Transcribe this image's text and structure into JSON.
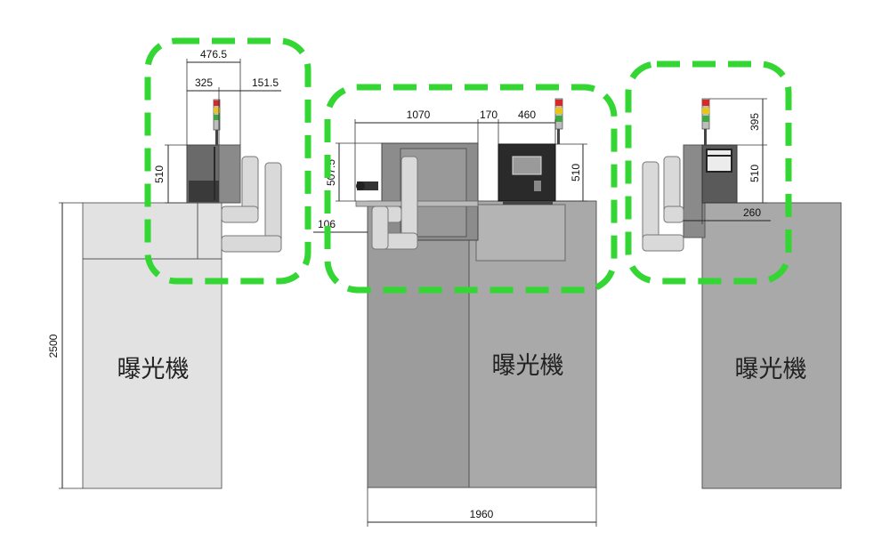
{
  "machine_label": "曝光機",
  "highlight_color": "#33d633",
  "colors": {
    "machine_light": "#e2e2e2",
    "machine_gray": "#a3a3a3",
    "unit_dark": "#6f6f6f",
    "controller_black": "#2a2a2a",
    "duct": "#d9d9d9"
  },
  "signal_tower_colors": [
    "#d62a2a",
    "#e8c51c",
    "#3fa83f"
  ],
  "views": {
    "left": {
      "machine_label": "曝光機",
      "dims": {
        "overall_height": "2500",
        "unit_height": "510",
        "top_width": "476.5",
        "unit_width": "325",
        "duct_offset": "151.5"
      }
    },
    "center": {
      "machine_label": "曝光機",
      "dims": {
        "unit_width": "1070",
        "gap": "170",
        "controller_width": "460",
        "unit_height": "507.5",
        "controller_height": "510",
        "duct_offset": "106",
        "total_width": "1960"
      }
    },
    "right": {
      "machine_label": "曝光機",
      "dims": {
        "tower_height": "395",
        "unit_height": "510",
        "depth": "260"
      }
    }
  }
}
